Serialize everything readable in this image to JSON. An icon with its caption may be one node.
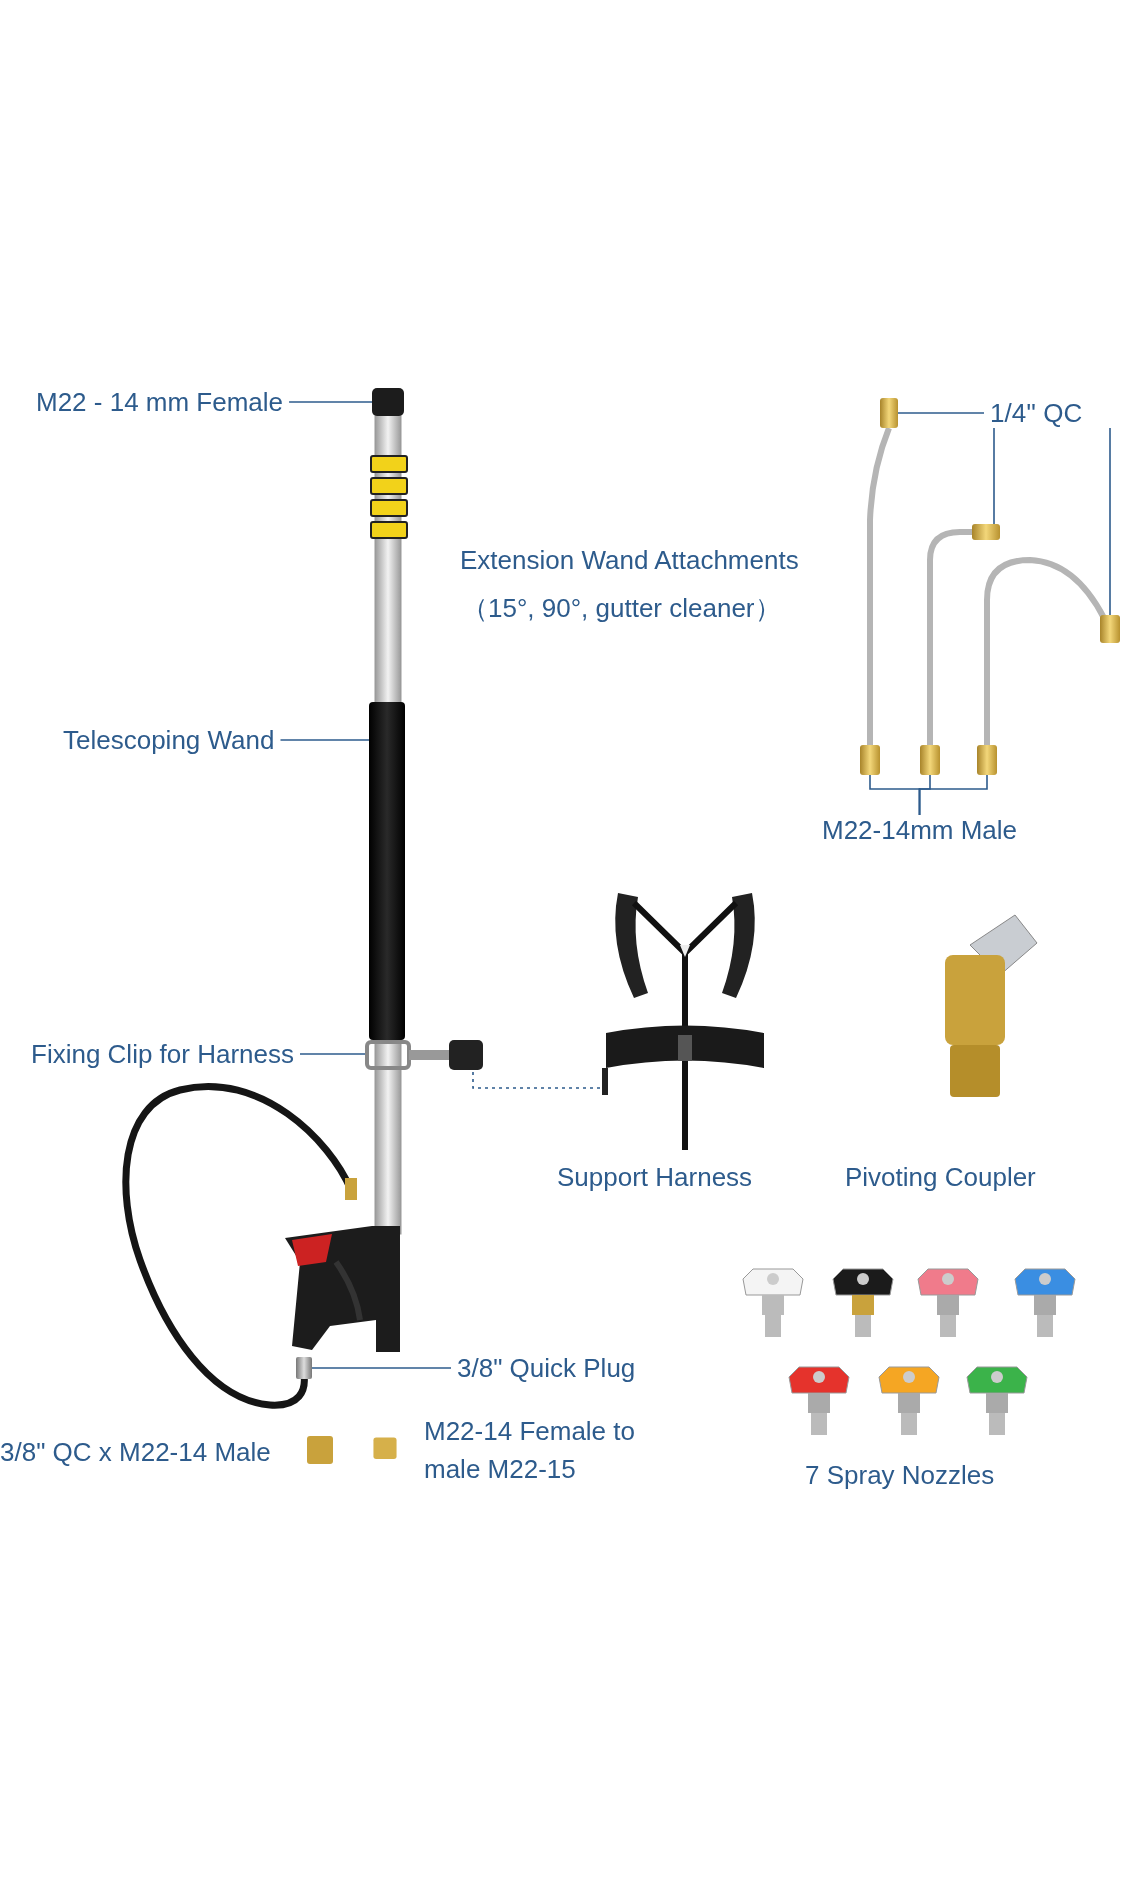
{
  "diagram": {
    "nodes": [
      {
        "text": [
          "M22 - 14 mm Female"
        ]
      },
      {
        "text": [],
        "shape": "box"
      },
      {
        "text": [
          "1/4'' QC"
        ]
      },
      {
        "text": [],
        "shape": "box"
      },
      {
        "text": [],
        "shape": "box"
      },
      {
        "text": [],
        "shape": "box"
      },
      {
        "text": [
          "Telescoping Wand"
        ]
      },
      {
        "text": [],
        "shape": "bar"
      },
      {
        "text": [
          "M22-14mm Male"
        ]
      },
      {
        "text": [],
        "shape": "box"
      },
      {
        "text": [],
        "shape": "box"
      },
      {
        "text": [],
        "shape": "box"
      },
      {
        "text": [
          "Fixing Clip for Harness"
        ]
      },
      {
        "text": [],
        "shape": "picture"
      },
      {
        "text": [],
        "shape": "picture",
        "beside": [
          "Support Harness"
        ]
      },
      {
        "text": [
          "3/8\" Quick Plug"
        ]
      },
      {
        "text": [],
        "shape": "box"
      }
    ],
    "edges": [
      {
        "from": 0,
        "to": 1,
        "arrow": "none"
      },
      {
        "from": 2,
        "to": 3,
        "arrow": "none"
      },
      {
        "from": 2,
        "to": 4,
        "arrow": "none"
      },
      {
        "from": 2,
        "to": 5,
        "arrow": "none"
      },
      {
        "from": 6,
        "to": 7,
        "arrow": "none"
      },
      {
        "from": 8,
        "to": 9,
        "arrow": "none"
      },
      {
        "from": 8,
        "to": 10,
        "arrow": "none"
      },
      {
        "from": 8,
        "to": 11,
        "arrow": "none"
      },
      {
        "from": 12,
        "to": 13,
        "arrow": "none"
      },
      {
        "from": 13,
        "to": 14,
        "arrow": "none",
        "style": "dashed"
      },
      {
        "from": 15,
        "to": 16,
        "arrow": "none"
      }
    ],
    "labels": [
      "Extension Wand Attachments",
      "（15°, 90°, gutter cleaner）",
      "Pivoting Coupler",
      "3/8\" QC x M22-14 Male",
      "M22-14 Female to male M22-15",
      "7 Spray Nozzles"
    ]
  }
}
